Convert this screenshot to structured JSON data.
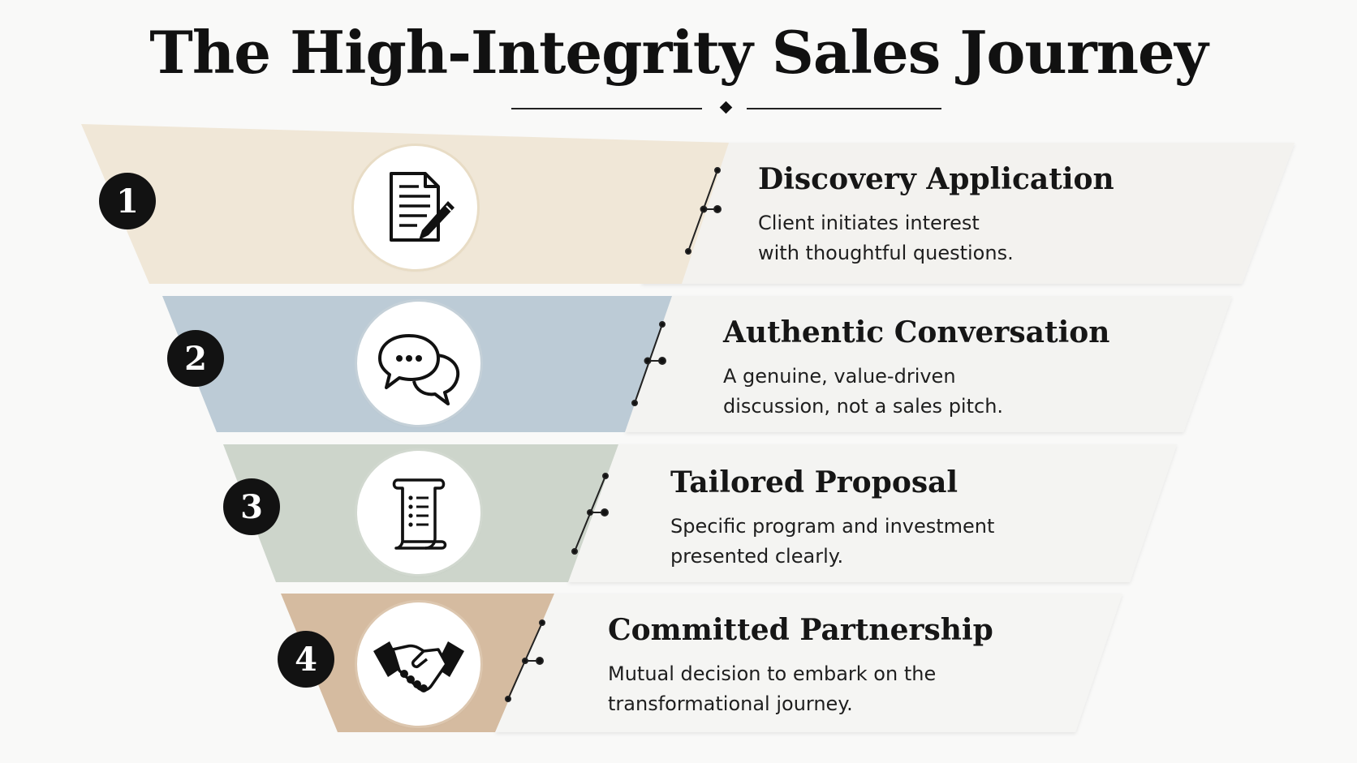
{
  "title": "The High-Integrity Sales Journey",
  "colors": {
    "band_1": "#f0e7d7",
    "band_2": "#bccbd6",
    "band_3": "#cdd5cb",
    "band_4": "#d5bba0",
    "panel": "#f3f3f1",
    "badge": "#121212"
  },
  "steps": [
    {
      "number": "1",
      "title": "Discovery Application",
      "description": "Client initiates interest with thoughtful questions.",
      "icon": "document-pencil-icon"
    },
    {
      "number": "2",
      "title": "Authentic Conversation",
      "description": "A genuine, value-driven discussion, not a sales pitch.",
      "icon": "speech-bubbles-icon"
    },
    {
      "number": "3",
      "title": "Tailored Proposal",
      "description": "Specific program and investment presented clearly.",
      "icon": "scroll-list-icon"
    },
    {
      "number": "4",
      "title": "Committed Partnership",
      "description": "Mutual decision to embark on the transformational journey.",
      "icon": "handshake-icon"
    }
  ]
}
